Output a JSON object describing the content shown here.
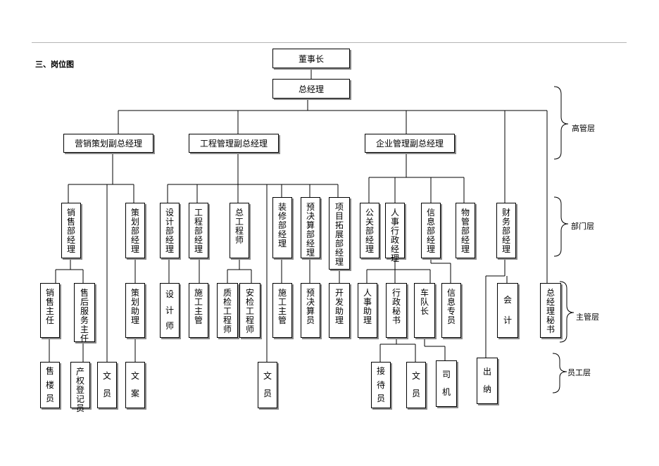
{
  "section_title": "三、岗位图",
  "levels": {
    "senior": "高管层",
    "department": "部门层",
    "supervisor": "主管层",
    "staff": "员工层"
  },
  "top": {
    "chairman": "董事长",
    "general_manager": "总经理"
  },
  "vice_presidents": {
    "marketing": "营销策划副总经理",
    "engineering": "工程管理副总经理",
    "enterprise": "企业管理副总经理"
  },
  "departments": {
    "sales_manager": "销售部经理",
    "planning_manager": "策划部经理",
    "design_manager": "设计部经理",
    "engineering_manager": "工程部经理",
    "chief_engineer": "总工程师",
    "decoration_manager": "装修部经理",
    "budget_manager": "预决算部经理",
    "expansion_manager": "项目拓展部经理",
    "pr_manager": "公关部经理",
    "admin_manager": "人事行政经理",
    "it_manager": "信息部经理",
    "property_manager": "物管部经理",
    "finance_manager": "财务部经理"
  },
  "supervisors": {
    "sales_supervisor": "销售主任",
    "aftersales_supervisor": "售后服务主任",
    "planning_assistant": "策划助理",
    "designer": "设计师",
    "construction_supervisor": "施工主管",
    "qc_engineer": "质检工程师",
    "safety_engineer": "安检工程师",
    "decoration_supervisor": "施工主管",
    "budget_clerk": "预决算员",
    "development_assistant": "开发助理",
    "hr_assistant": "人事助理",
    "admin_secretary": "行政秘书",
    "fleet_leader": "车队长",
    "it_specialist": "信息专员",
    "accountant": "会计",
    "gm_secretary": "总经理秘书"
  },
  "staff": {
    "salesperson": "售楼员",
    "property_registrar": "产权登记员",
    "marketing_clerk": "文员",
    "copywriter": "文案",
    "engineering_clerk": "文员",
    "receptionist": "接待员",
    "admin_clerk": "文员",
    "driver": "司机",
    "cashier": "出纳"
  }
}
